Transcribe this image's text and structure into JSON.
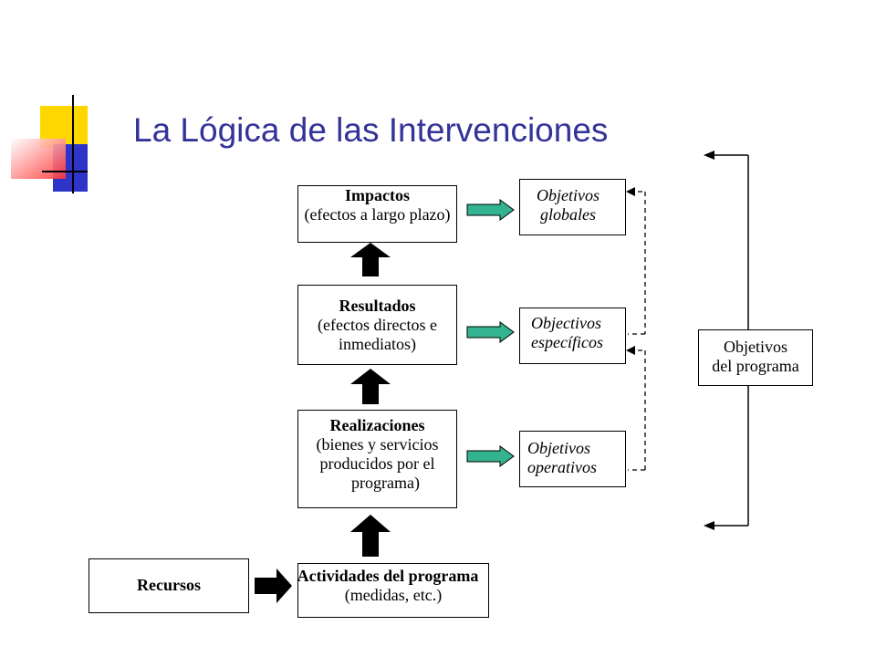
{
  "slide": {
    "title": "La Lógica de las Intervenciones"
  },
  "chain": {
    "impactos": {
      "heading": "Impactos",
      "detail": "(efectos a largo plazo)"
    },
    "resultados": {
      "heading": "Resultados",
      "detail_1": "(efectos directos e",
      "detail_2": "inmediatos)"
    },
    "realizaciones": {
      "heading": "Realizaciones",
      "detail_1": "(bienes y servicios",
      "detail_2": "producidos por el",
      "detail_3": "programa)"
    },
    "actividades": {
      "heading": "Actividades del programa",
      "detail": "(medidas, etc.)"
    },
    "recursos": {
      "heading": "Recursos"
    }
  },
  "objectives": {
    "globales": {
      "line_1": "Objetivos",
      "line_2": "globales"
    },
    "especificos": {
      "line_1": "Objectivos",
      "line_2": "específicos"
    },
    "operativos": {
      "line_1": "Objetivos",
      "line_2": "operativos"
    },
    "programa": {
      "line_1": "Objetivos",
      "line_2": "del programa"
    }
  },
  "colors": {
    "title": "#333399",
    "green_arrow": "#33B38F",
    "logo_yellow": "#FFD700",
    "logo_blue": "#2E34C8",
    "logo_red": "#FF3333"
  }
}
